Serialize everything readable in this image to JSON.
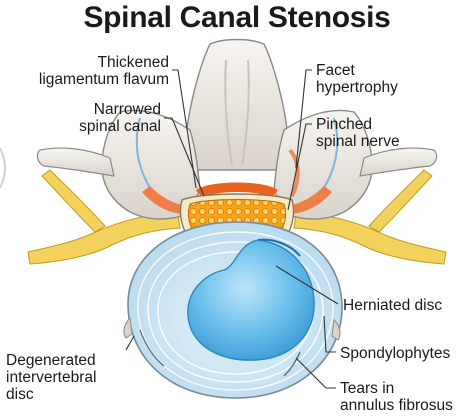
{
  "title": "Spinal Canal Stenosis",
  "labels": {
    "thickened_ligamentum_flavum": [
      "Thickened",
      "ligamentum flavum"
    ],
    "narrowed_spinal_canal": [
      "Narrowed",
      "spinal canal"
    ],
    "facet_hypertrophy": [
      "Facet",
      "hypertrophy"
    ],
    "pinched_spinal_nerve": [
      "Pinched",
      "spinal nerve"
    ],
    "herniated_disc": [
      "Herniated disc"
    ],
    "degenerated_intervertebral_disc": [
      "Degenerated",
      "intervertebral",
      "disc"
    ],
    "spondylophytes": [
      "Spondylophytes"
    ],
    "tears_in_annulus_fibrosus": [
      "Tears in",
      "annulus fibrosus"
    ]
  },
  "colors": {
    "bone": "#ece8e2",
    "bone_shadow": "#c9c3bb",
    "bone_outline": "#8a8a8a",
    "inflammation": "#f0743a",
    "nerve": "#f2d15c",
    "spinal_cord": "#f5a623",
    "disc_outer": "#cfe6f4",
    "disc_nucleus": "#5ab4e6",
    "leader_line": "#333333"
  }
}
